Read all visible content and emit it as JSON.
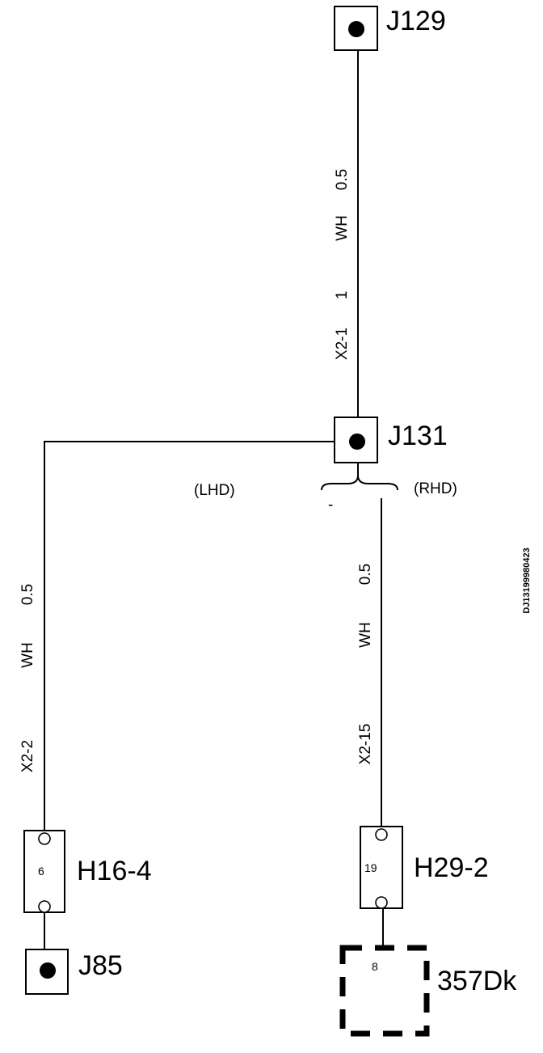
{
  "connectors": {
    "j129": "J129",
    "j131": "J131",
    "j85": "J85",
    "h16": {
      "label": "H16-4",
      "pin": "6"
    },
    "h29": {
      "label": "H29-2",
      "pin": "19"
    },
    "dk357": {
      "label": "357Dk",
      "pin": "8"
    }
  },
  "wires": {
    "top": {
      "size": "0.5",
      "color": "WH",
      "pin": "1",
      "conn": "X2-1"
    },
    "left": {
      "size": "0.5",
      "color": "WH",
      "conn": "X2-2"
    },
    "right": {
      "size": "0.5",
      "color": "WH",
      "conn": "X2-15"
    }
  },
  "options": {
    "lhd": "(LHD)",
    "rhd": "(RHD)",
    "dash": "-"
  },
  "code": "DJ13199980423"
}
